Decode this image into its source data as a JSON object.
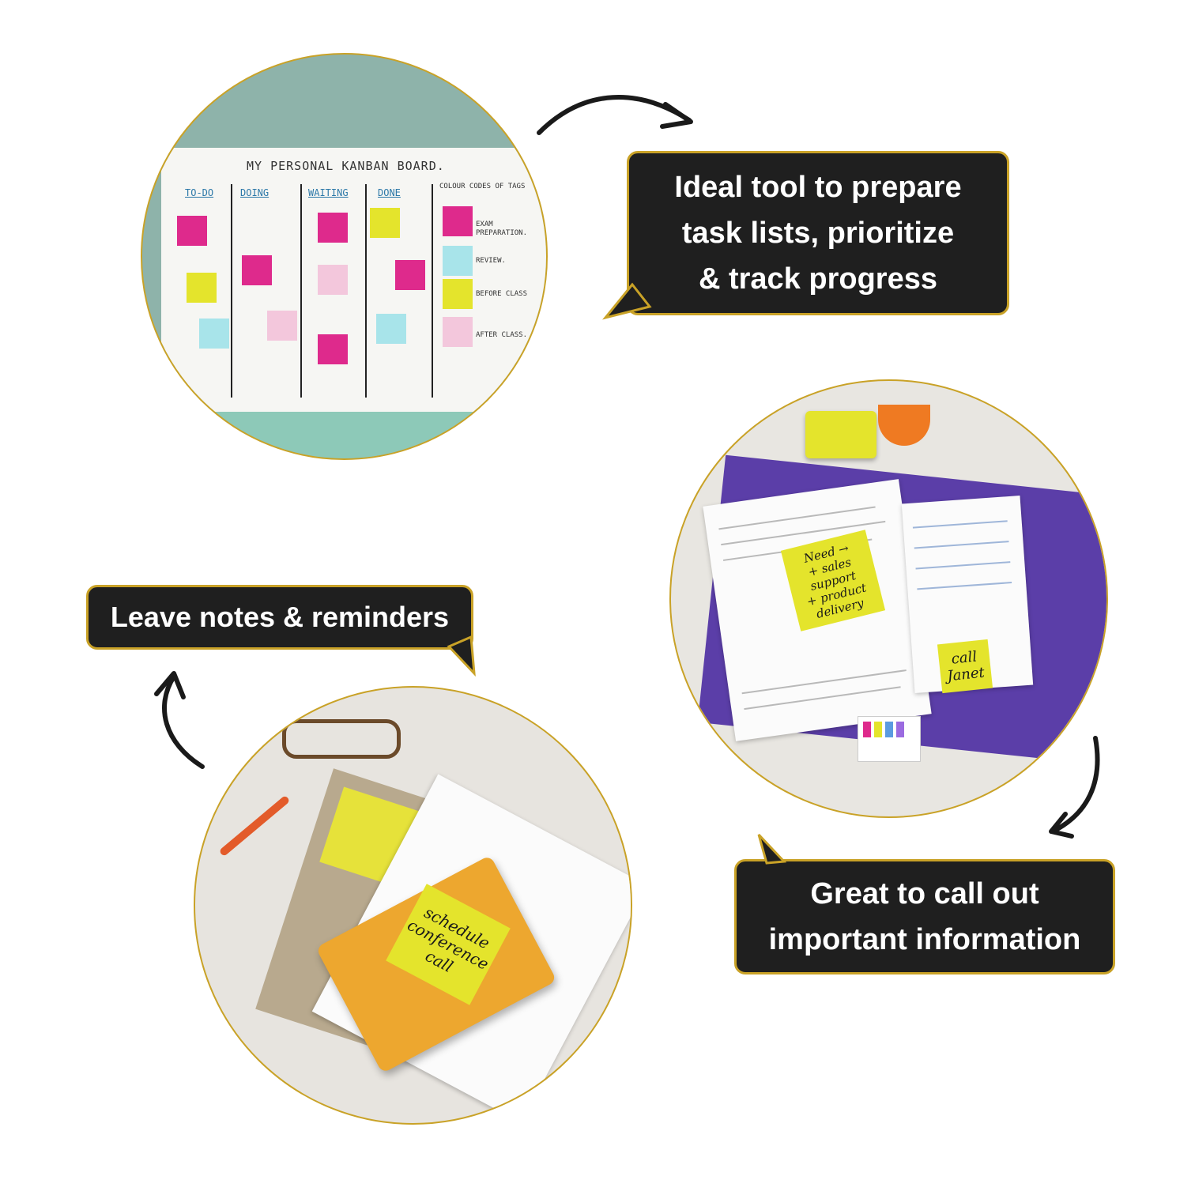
{
  "bubbles": {
    "top_right": "Ideal tool to prepare\ntask lists, prioritize\n& track progress",
    "left": "Leave notes  & reminders",
    "bottom_right": "Great to call out\nimportant information"
  },
  "kanban": {
    "title": "MY PERSONAL KANBAN BOARD.",
    "columns": [
      "TO-DO",
      "DOING",
      "WAITING",
      "DONE"
    ],
    "legend_title": "COLOUR CODES OF TAGS",
    "legend": [
      "EXAM PREPARATION.",
      "REVIEW.",
      "BEFORE CLASS",
      "AFTER CLASS."
    ]
  },
  "notes": {
    "study_note": "Need →\n+ sales support\n+ product delivery",
    "call_note": "call\nJanet",
    "schedule_note": "schedule\nconference\ncall"
  },
  "colors": {
    "bubble_bg": "#1f1f1f",
    "accent_border": "#c9a227",
    "magenta": "#de2a8c",
    "yellow": "#e4e42c",
    "cyan": "#a8e4ea",
    "pink": "#f3c7dc",
    "orange_notebook": "#eda72f"
  }
}
